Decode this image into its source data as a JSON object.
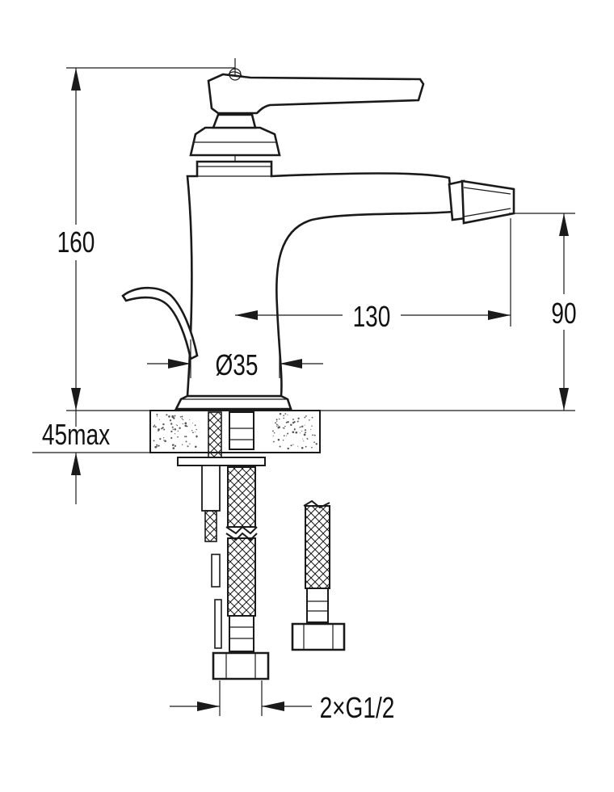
{
  "dimensions": {
    "height_total": "160",
    "spout_height": "90",
    "spout_reach": "130",
    "base_diameter": "Ø35",
    "deck_thickness": "45max",
    "connections": "2×G1/2"
  },
  "colors": {
    "line": "#1a1a1a",
    "background": "#ffffff",
    "speckle": "#555555"
  }
}
